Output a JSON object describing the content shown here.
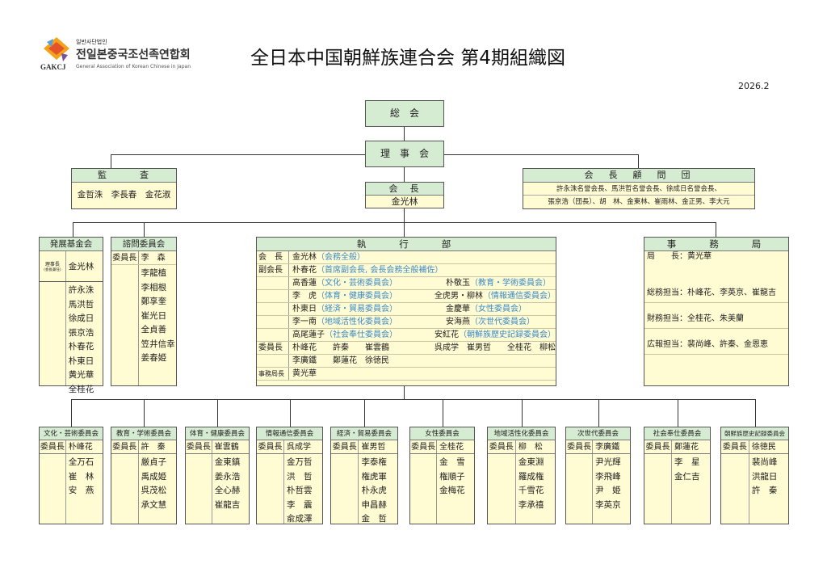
{
  "logo": {
    "korean_small": "일반사단법인",
    "korean_name": "전일본중국조선족연합회",
    "mark": "GAKCJ",
    "english": "General Association of Korean Chinese in Japan"
  },
  "title": "全日本中国朝鮮族連合会 第4期組織図",
  "date": "2026.2",
  "general_assembly": "総　会",
  "board": "理　事　会",
  "audit": {
    "title": "監　　　査",
    "members": "金哲洙　李長春　金花淑"
  },
  "president": {
    "title": "会　長",
    "name": "金光林"
  },
  "advisors": {
    "title": "会　長　顧　問　団",
    "line1": "許永洙名誉会長、馬洪哲名誉会長、徐成日名誉会長、",
    "line2": "張京浩（団長）、胡　林、金東林、崔雨林、金正男、李大元"
  },
  "foundation": {
    "title": "発展基金会",
    "role": "理事長",
    "role_note": "(会長兼任)",
    "head": "金光林",
    "members": [
      "許永洙",
      "馬洪哲",
      "徐成日",
      "張京浩",
      "朴春花",
      "朴東日",
      "黄光華",
      "全桂花"
    ]
  },
  "consult": {
    "title": "諮問委員会",
    "role": "委員長",
    "head": "李　森",
    "members": [
      "李龍植",
      "李相根",
      "鄭享奎",
      "崔光日",
      "全貞善",
      "笠井信幸",
      "姜春姫"
    ]
  },
  "executive": {
    "title": "執　　行　　部",
    "rows": [
      {
        "label": "会　長",
        "a": "金光林",
        "an": "（会務全般）",
        "b": "",
        "bn": ""
      },
      {
        "label": "副会長",
        "a": "朴春花",
        "an": "（首席副会長, 会長会務全般補佐）",
        "b": "",
        "bn": ""
      },
      {
        "label": "",
        "a": "高香蓮",
        "an": "（文化・芸術委員会）",
        "b": "朴敬玉",
        "bn": "（教育・学術委員会）"
      },
      {
        "label": "",
        "a": "李　虎",
        "an": "（体育・健康委員会）",
        "b": "全虎男・柳林",
        "bn": "（情報通信委員会）"
      },
      {
        "label": "",
        "a": "朴東日",
        "an": "（経済・貿易委員会）",
        "b": "金慶華",
        "bn": "（女性委員会）"
      },
      {
        "label": "",
        "a": "李一南",
        "an": "（地域活性化委員会）",
        "b": "安海燕",
        "bn": "（次世代委員会）"
      },
      {
        "label": "",
        "a": "高尾蓮子",
        "an": "（社会奉仕委員会）",
        "b": "安紅花",
        "bn": "（朝鮮族歴史記録委員会）"
      },
      {
        "label": "委員長",
        "a": "朴峰花　　許秦　　崔雲鶴",
        "an": "",
        "b": "呉成学　崔男哲　　全桂花　柳松",
        "bn": ""
      },
      {
        "label": "",
        "a": "李廣鐵　　鄭蓮花　徐徳民",
        "an": "",
        "b": "",
        "bn": ""
      },
      {
        "label": "事務局長",
        "a": "黄光華",
        "an": "",
        "b": "",
        "bn": ""
      }
    ]
  },
  "secretariat": {
    "title": "事　　務　　局",
    "rows": [
      "局　　長：黄光華",
      "総務担当：朴峰花、李英京、崔龍吉",
      "財務担当：全桂花、朱美蘭",
      "広報担当：裴尚峰、許秦、金恩恵"
    ]
  },
  "committees": [
    {
      "title": "文化・芸術委員会",
      "role": "委員長",
      "head": "朴峰花",
      "members": [
        "全万石",
        "崔　林",
        "安　燕"
      ]
    },
    {
      "title": "教育・学術委員会",
      "role": "委員長",
      "head": "許　秦",
      "members": [
        "厳貞子",
        "禹成姫",
        "呉茂松",
        "承文慧"
      ]
    },
    {
      "title": "体育・健康委員会",
      "role": "委員長",
      "head": "崔雲鶴",
      "members": [
        "金東鎮",
        "姜永浩",
        "全心赫",
        "崔龍吉"
      ]
    },
    {
      "title": "情報通信委員会",
      "role": "委員長",
      "head": "呉成学",
      "members": [
        "金万哲",
        "洪　哲",
        "朴哲雲",
        "李　震",
        "兪成澤"
      ]
    },
    {
      "title": "経済・貿易委員会",
      "role": "委員長",
      "head": "崔男哲",
      "members": [
        "李泰権",
        "権虎軍",
        "朴永虎",
        "申昌赫",
        "金　哲"
      ]
    },
    {
      "title": "女性委員会",
      "role": "委員長",
      "head": "全桂花",
      "members": [
        "金　雪",
        "権順子",
        "金梅花"
      ]
    },
    {
      "title": "地域活性化委員会",
      "role": "委員長",
      "head": "柳　松",
      "members": [
        "金東淵",
        "羅成権",
        "千雪花",
        "李承禧"
      ]
    },
    {
      "title": "次世代委員会",
      "role": "委員長",
      "head": "李廣鐵",
      "members": [
        "尹光輝",
        "李飛峰",
        "尹　姫",
        "李英京"
      ]
    },
    {
      "title": "社会奉仕委員会",
      "role": "委員長",
      "head": "鄭蓮花",
      "members": [
        "李　星",
        "金仁吉"
      ]
    },
    {
      "title": "朝鮮族歴史記録委員会",
      "role": "委員長",
      "head": "徐徳民",
      "members": [
        "裴尚峰",
        "洪龍日",
        "許　秦"
      ]
    }
  ]
}
